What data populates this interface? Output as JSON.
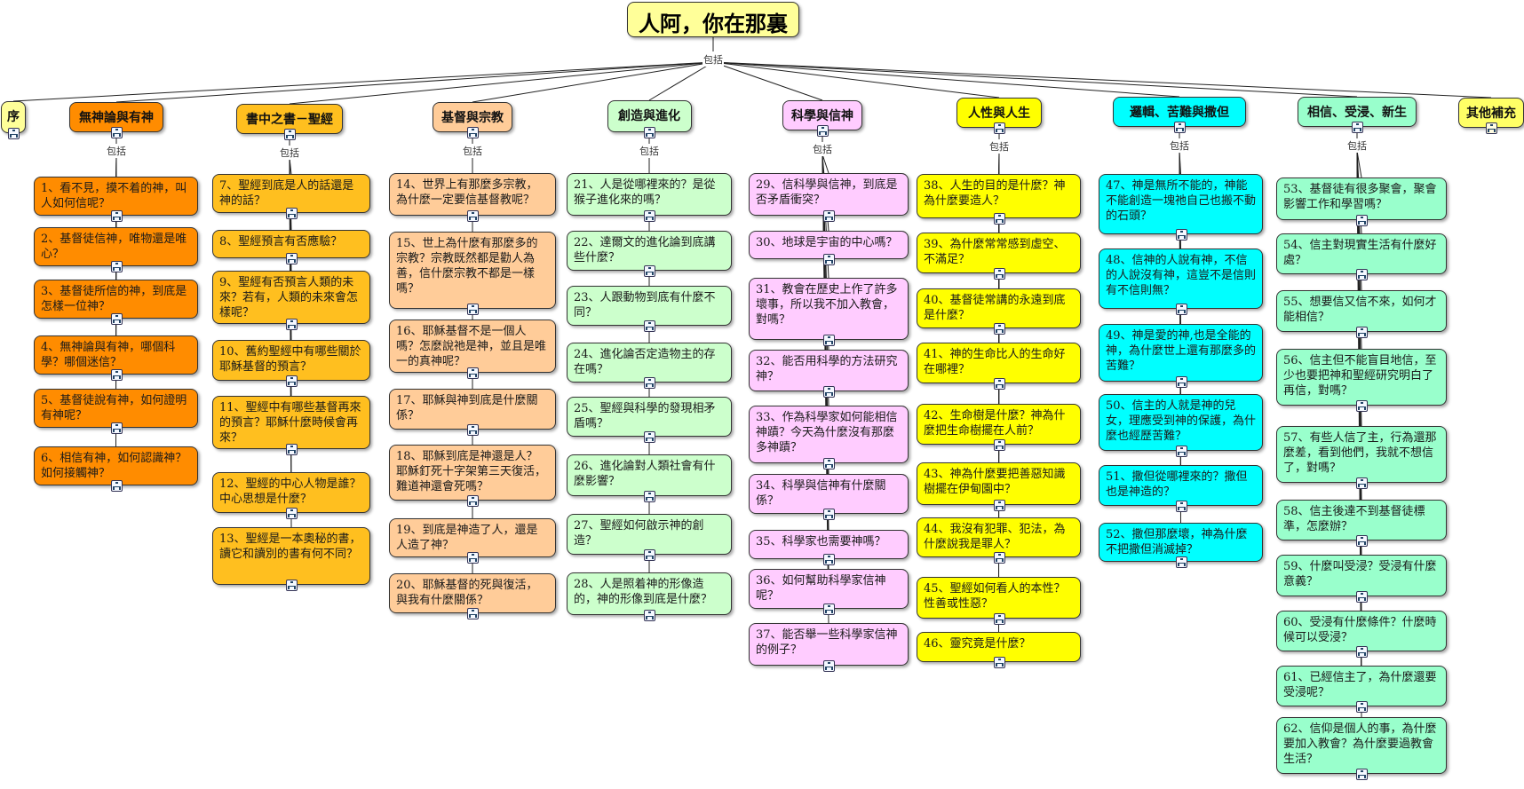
{
  "root": {
    "title": "人阿，你在那裏",
    "link_label": "包括"
  },
  "categories": [
    {
      "id": "c0",
      "label": "序",
      "link_label": "",
      "color": "#ffff99",
      "items": []
    },
    {
      "id": "c1",
      "label": "無神論與有神",
      "link_label": "包括",
      "color": "#ff8c00",
      "items": [
        "1、看不見，摸不着的神，叫人如何信呢？",
        "2、基督徒信神，唯物還是唯心？",
        "3、基督徒所信的神，到底是怎樣一位神？",
        "4、無神論與有神，哪個科學？哪個迷信？",
        "5、基督徒說有神，如何證明有神呢？",
        "6、相信有神，如何認識神？如何接觸神？"
      ]
    },
    {
      "id": "c2",
      "label": "書中之書－聖經",
      "link_label": "包括",
      "color": "#ffbf1f",
      "items": [
        "7、聖經到底是人的話還是神的話？",
        "8、聖經預言有否應驗？",
        "9、聖經有否預言人類的未來？若有，人類的未來會怎樣呢？",
        "10、舊約聖經中有哪些關於耶穌基督的預言？",
        "11、聖經中有哪些基督再來的預言？耶穌什麼時候會再來？",
        "12、聖經的中心人物是誰？中心思想是什麼？",
        "13、聖經是一本奧秘的書，讀它和讀別的書有何不同？"
      ]
    },
    {
      "id": "c3",
      "label": "基督與宗教",
      "link_label": "包括",
      "color": "#ffcc99",
      "items": [
        "14、世界上有那麼多宗教，為什麼一定要信基督教呢？",
        "15、世上為什麼有那麼多的宗教？宗教既然都是勸人為善，信什麼宗教不都是一樣嗎？",
        "16、耶穌基督不是一個人嗎？怎麼說祂是神，並且是唯一的真神呢？",
        "17、耶穌與神到底是什麼關係？",
        "18、耶穌到底是神還是人？耶穌釘死十字架第三天復活，難道神還會死嗎？",
        "19、到底是神造了人，還是人造了神？",
        "20、耶穌基督的死與復活，與我有什麼關係？"
      ]
    },
    {
      "id": "c4",
      "label": "創造與進化",
      "link_label": "包括",
      "color": "#ccffcc",
      "items": [
        "21、人是從哪裡來的？是從猴子進化來的嗎？",
        "22、達爾文的進化論到底講些什麼？",
        "23、人跟動物到底有什麼不同？",
        "24、進化論否定造物主的存在嗎？",
        "25、聖經與科學的發現相矛盾嗎？",
        "26、進化論對人類社會有什麼影響？",
        "27、聖經如何啟示神的創造？",
        "28、人是照着神的形像造的，神的形像到底是什麼？"
      ]
    },
    {
      "id": "c5",
      "label": "科學與信神",
      "link_label": "包括",
      "color": "#ffccff",
      "items": [
        "29、信科學與信神，到底是否矛盾衝突？",
        "30、地球是宇宙的中心嗎？",
        "31、教會在歷史上作了許多壞事，所以我不加入教會，對嗎？",
        "32、能否用科學的方法研究神？",
        "33、作為科學家如何能相信神蹟？今天為什麼沒有那麼多神蹟？",
        "34、科學與信神有什麼關係？",
        "35、科學家也需要神嗎？",
        "36、如何幫助科學家信神呢？",
        "37、能否舉一些科學家信神的例子？"
      ]
    },
    {
      "id": "c6",
      "label": "人性與人生",
      "link_label": "包括",
      "color": "#ffff00",
      "items": [
        "38、人生的目的是什麼？神為什麼要造人？",
        "39、為什麼常常感到虛空、不滿足？",
        "40、基督徒常講的永遠到底是什麼？",
        "41、神的生命比人的生命好在哪裡？",
        "42、生命樹是什麼？神為什麼把生命樹擺在人前？",
        "43、神為什麼要把善惡知識樹擺在伊甸園中？",
        "44、我沒有犯罪、犯法，為什麼說我是罪人？",
        "45、聖經如何看人的本性？性善或性惡？",
        "46、靈究竟是什麼？"
      ]
    },
    {
      "id": "c7",
      "label": "邏輯、苦難與撒但",
      "link_label": "包括",
      "color": "#00ffff",
      "items": [
        "47、神是無所不能的，神能不能創造一塊祂自己也搬不動的石頭？",
        "48、信神的人說有神，不信的人說沒有神，這豈不是信則有不信則無？",
        "49、神是愛的神,也是全能的神，為什麼世上還有那麼多的苦難？",
        "50、信主的人就是神的兒女，理應受到神的保護，為什麼也經歷苦難？",
        "51、撒但從哪裡來的？撒但也是神造的？",
        "52、撒但那麼壞，神為什麼不把撒但消滅掉？"
      ]
    },
    {
      "id": "c8",
      "label": "相信、受浸、新生",
      "link_label": "包括",
      "color": "#99ffcc",
      "items": [
        "53、基督徒有很多聚會，聚會影響工作和學習嗎？",
        "54、信主對現實生活有什麼好處？",
        "55、想要信又信不來，如何才能相信？",
        "56、信主但不能盲目地信，至少也要把神和聖經研究明白了再信，對嗎？",
        "57、有些人信了主，行為還那麼差，看到他們，我就不想信了，對嗎？",
        "58、信主後達不到基督徒標準，怎麼辦？",
        "59、什麼叫受浸？受浸有什麼意義？",
        "60、受浸有什麼條件？什麼時候可以受浸？",
        "61、已經信主了，為什麼還要受浸呢？",
        "62、信仰是個人的事，為什麼要加入教會？為什麼要過教會生活？"
      ]
    },
    {
      "id": "c9",
      "label": "其他補充",
      "link_label": "",
      "color": "#ffff66",
      "items": []
    }
  ]
}
